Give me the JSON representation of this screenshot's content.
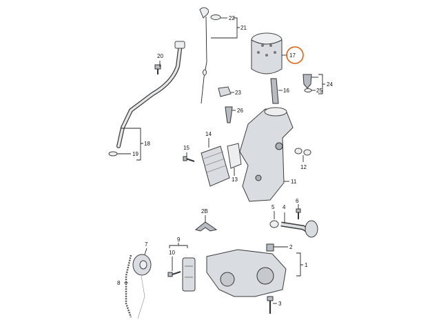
{
  "callouts": {
    "c1": "1",
    "c2": "2",
    "c3": "3",
    "c4": "4",
    "c5": "5",
    "c6": "6",
    "c7": "7",
    "c8": "8",
    "c9": "9",
    "c10": "10",
    "c11": "11",
    "c12": "12",
    "c13": "13",
    "c14": "14",
    "c15": "15",
    "c16": "16",
    "c17": "17",
    "c18": "18",
    "c19": "19",
    "c20": "20",
    "c21": "21",
    "c22": "22",
    "c23": "23",
    "c24": "24",
    "c25": "25",
    "c26": "26",
    "c2b": "2B"
  },
  "colors": {
    "highlight": "#e06010",
    "part_fill": "#d9dce0",
    "line": "#222222"
  }
}
